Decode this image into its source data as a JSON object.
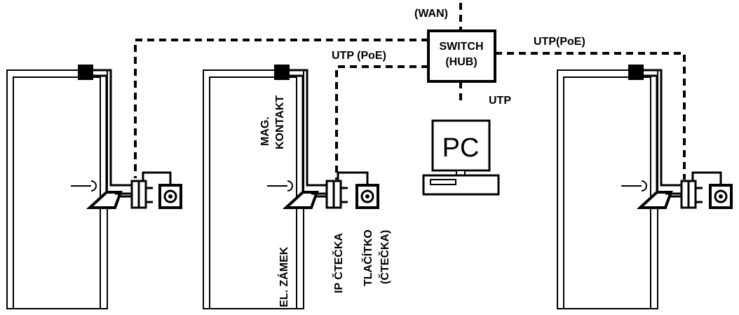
{
  "labels": {
    "wan": "(WAN)",
    "switch_line1": "SWITCH",
    "switch_line2": "(HUB)",
    "utp_poe_left": "UTP (PoE)",
    "utp_poe_right": "UTP(PoE)",
    "utp_pc": "UTP",
    "pc": "PC",
    "mag_kontakt_line1": "MAG.",
    "mag_kontakt_line2": "KONTAKT",
    "el_zamek": "EL. ZÁMEK",
    "ip_ctecka": "IP ČTEČKA",
    "tlacitko_line1": "TLAČÍTKO",
    "tlacitko_line2": "(ČTEČKA)"
  },
  "icons": {
    "mag_contact": "magnetic-contact-icon",
    "el_lock": "electric-lock-icon",
    "reader": "ip-reader-icon",
    "button": "exit-button-icon",
    "pc": "computer-icon",
    "switch": "network-switch-icon"
  }
}
